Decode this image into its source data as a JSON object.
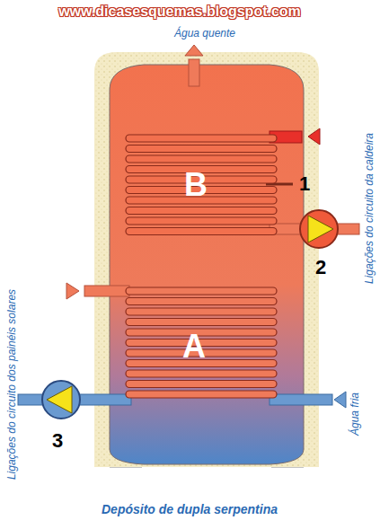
{
  "diagram": {
    "caption": "Depósito de dupla serpentina",
    "labels": [
      "www.dicasesquemas.blogspot.com",
      "Água quente",
      "Ligações do circuito da caldeira",
      "B",
      "1",
      "2",
      "A",
      "Ligações do circuito dos painéis solares",
      "3",
      "Água fria"
    ]
  }
}
